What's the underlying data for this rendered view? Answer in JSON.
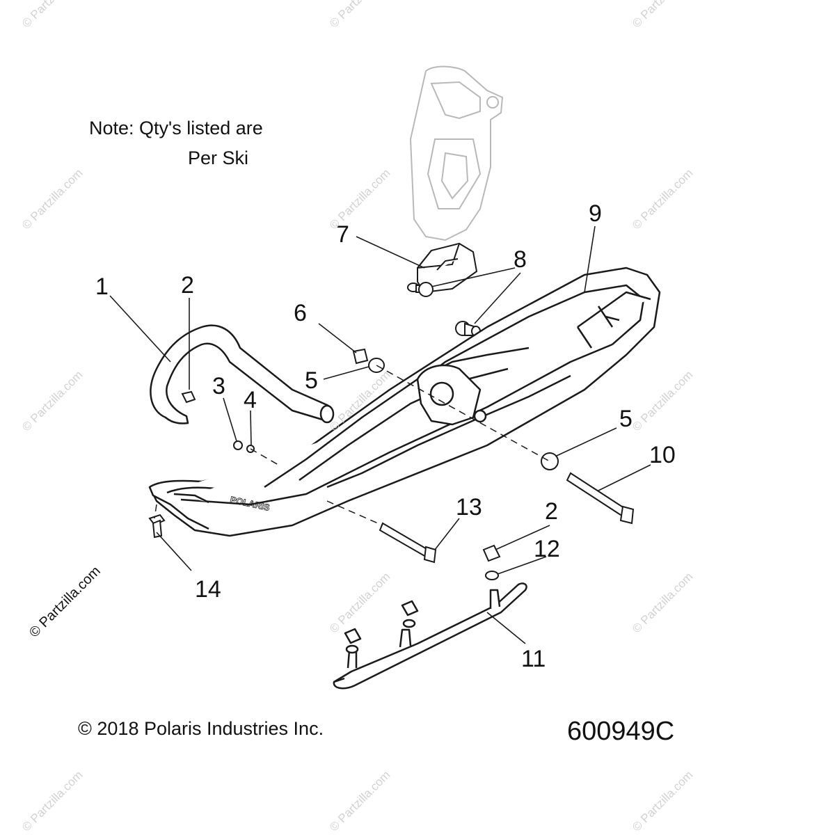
{
  "note": {
    "line1": "Note: Qty's listed are",
    "line2": "Per Ski"
  },
  "copyright": "© 2018 Polaris Industries Inc.",
  "diagram_number": "600949C",
  "watermark": "© Partzilla.com",
  "side_watermark": "© Partzilla.com",
  "ski_brand": "POLARIS",
  "callouts": [
    "1",
    "2",
    "3",
    "4",
    "5",
    "6",
    "7",
    "8",
    "9",
    "10",
    "13",
    "2",
    "12",
    "11",
    "14",
    "5"
  ],
  "colors": {
    "line": "#1a1a1a",
    "ghost": "#b8b8b8",
    "watermark": "#d2d2d2"
  }
}
